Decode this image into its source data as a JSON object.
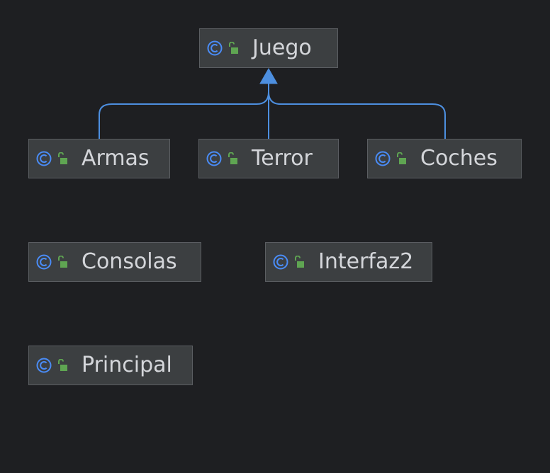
{
  "diagram": {
    "nodes": [
      {
        "id": "juego",
        "label": "Juego",
        "icon": "class-icon"
      },
      {
        "id": "armas",
        "label": "Armas",
        "icon": "class-icon"
      },
      {
        "id": "terror",
        "label": "Terror",
        "icon": "class-icon"
      },
      {
        "id": "coches",
        "label": "Coches",
        "icon": "class-icon"
      },
      {
        "id": "consolas",
        "label": "Consolas",
        "icon": "class-icon"
      },
      {
        "id": "interfaz2",
        "label": "Interfaz2",
        "icon": "class-icon"
      },
      {
        "id": "principal",
        "label": "Principal",
        "icon": "class-icon"
      }
    ],
    "edges": [
      {
        "from": "armas",
        "to": "juego",
        "type": "inheritance"
      },
      {
        "from": "terror",
        "to": "juego",
        "type": "inheritance"
      },
      {
        "from": "coches",
        "to": "juego",
        "type": "inheritance"
      }
    ],
    "colors": {
      "background": "#1e1f22",
      "node_fill": "#3c3f41",
      "node_border": "#5b5e62",
      "edge": "#4d8fe0",
      "class_icon": "#4a8cf7",
      "lock_icon": "#5fa552",
      "label_text": "#d4d6da"
    }
  }
}
